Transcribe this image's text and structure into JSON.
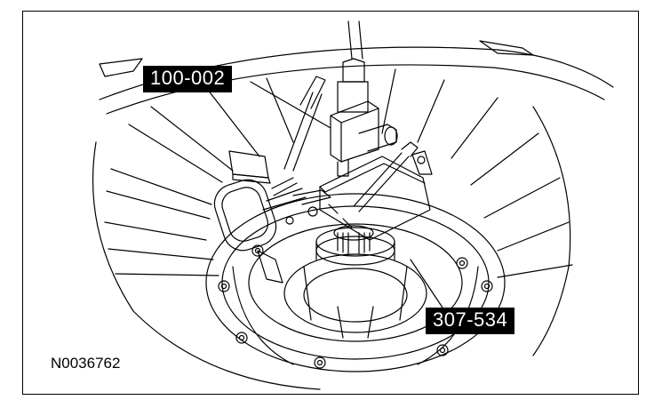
{
  "figure": {
    "callouts": {
      "tool_a": "100-002",
      "tool_b": "307-534"
    },
    "figure_number": "N0036762"
  },
  "colors": {
    "line": "#000000",
    "background": "#ffffff",
    "callout_bg": "#000000",
    "callout_text": "#ffffff"
  }
}
